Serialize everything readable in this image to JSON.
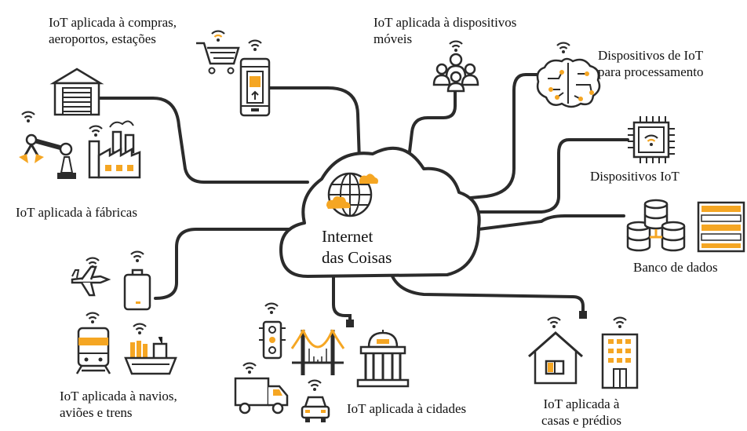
{
  "center": {
    "line1": "Internet",
    "line2": "das Coisas"
  },
  "labels": {
    "compras_l1": "IoT aplicada à compras,",
    "compras_l2": "aeroportos, estações",
    "moveis_l1": "IoT aplicada à dispositivos",
    "moveis_l2": "móveis",
    "processamento_l1": "Dispositivos de IoT",
    "processamento_l2": "para processamento",
    "dispositivos_iot": "Dispositivos IoT",
    "fabricas": "IoT aplicada à fábricas",
    "banco": "Banco de dados",
    "navios_l1": "IoT aplicada à navios,",
    "navios_l2": "aviões e trens",
    "cidades": "IoT aplicada à cidades",
    "casas_l1": "IoT aplicada à",
    "casas_l2": "casas e prédios"
  },
  "colors": {
    "accent": "#f5a623",
    "line": "#2b2b2b",
    "text": "#111111"
  },
  "icons": [
    "warehouse-icon",
    "robot-arm-icon",
    "factory-icon",
    "shopping-cart-icon",
    "smartphone-icon",
    "people-group-icon",
    "brain-icon",
    "chip-icon",
    "database-icon",
    "server-rack-icon",
    "airplane-icon",
    "luggage-icon",
    "train-icon",
    "ship-icon",
    "traffic-light-icon",
    "bridge-icon",
    "truck-icon",
    "car-icon",
    "government-building-icon",
    "house-icon",
    "office-building-icon",
    "globe-icon",
    "wifi-icon"
  ]
}
